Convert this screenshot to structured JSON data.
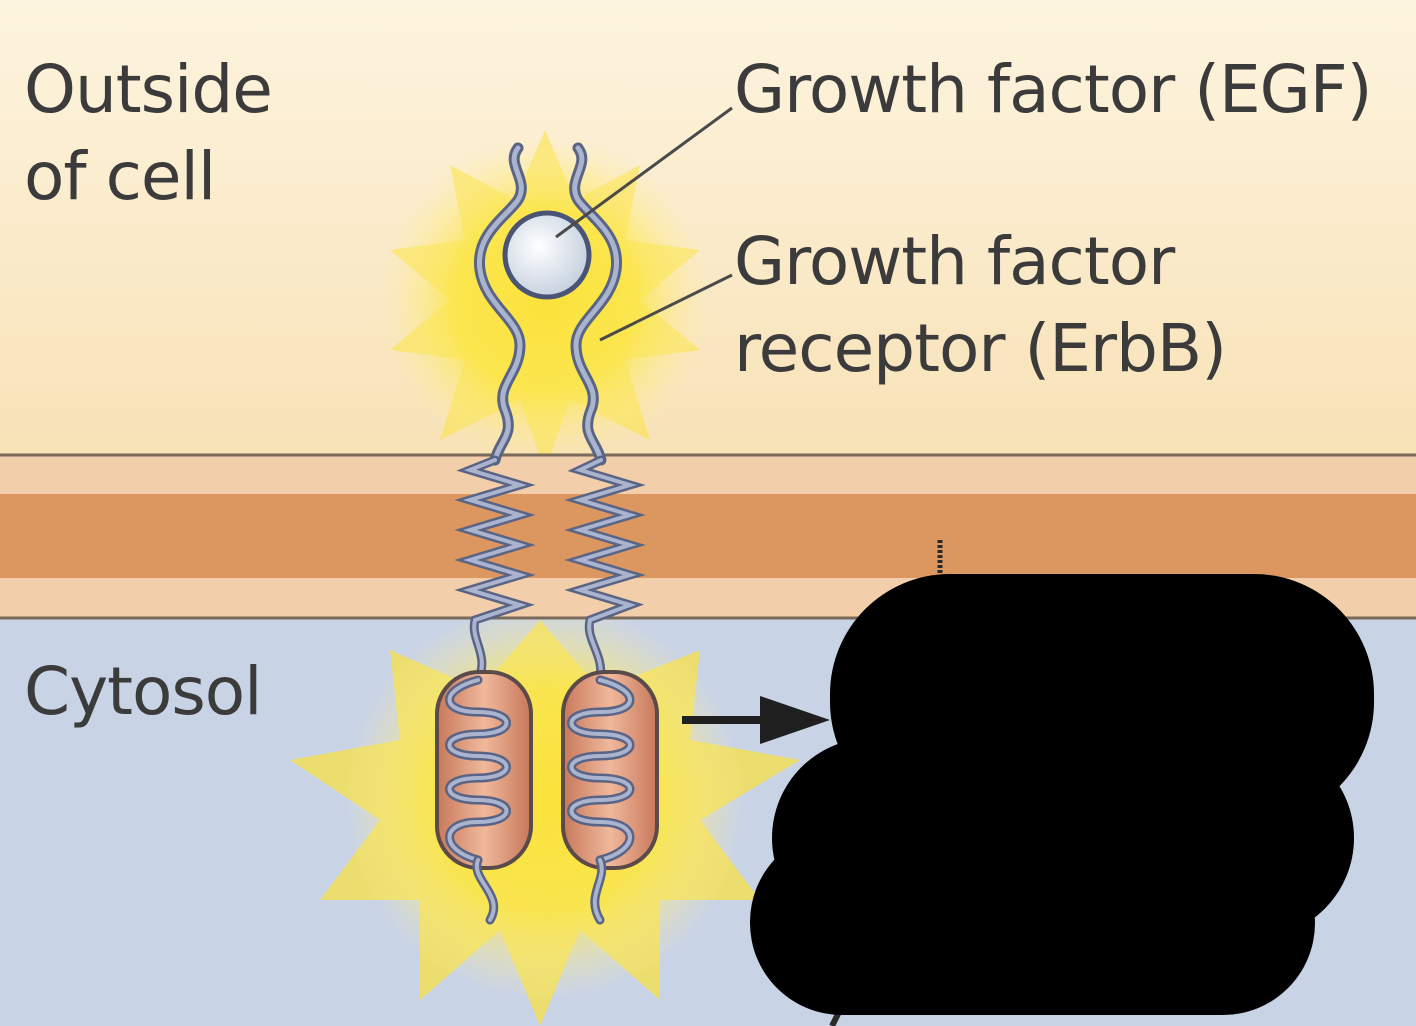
{
  "labels": {
    "outside": "Outside\nof cell",
    "cytosol": "Cytosol",
    "growth_factor": "Growth factor (EGF)",
    "receptor": "Growth factor\nreceptor (ErbB)"
  },
  "colors": {
    "outside_top": "#fdf4df",
    "outside_bottom": "#f8e2b7",
    "membrane_outer": "#f3ceaa",
    "membrane_core": "#dc9660",
    "cytosol": "#c9d3e6",
    "glow": "#fbe23a",
    "receptor_strand": "#6f7b9e",
    "kinase_domain": "#d68f6f",
    "ligand": "#e6ecf4",
    "redaction": "#000000"
  },
  "icons": [
    "right-arrow-icon"
  ]
}
